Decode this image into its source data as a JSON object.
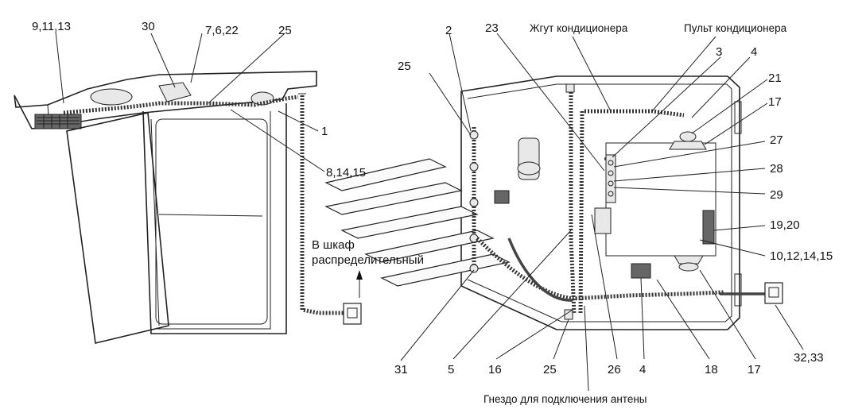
{
  "callouts": {
    "c_9_11_13": "9,11,13",
    "c_30": "30",
    "c_7_6_22": "7,6,22",
    "c_25_top": "25",
    "c_1": "1",
    "c_8_14_15": "8,14,15",
    "c_2": "2",
    "c_23": "23",
    "c_3": "3",
    "c_4_top": "4",
    "c_21": "21",
    "c_25_left": "25",
    "c_17_top": "17",
    "c_27": "27",
    "c_28": "28",
    "c_29": "29",
    "c_19_20": "19,20",
    "c_10_12_14_15": "10,12,14,15",
    "c_31": "31",
    "c_5": "5",
    "c_16": "16",
    "c_25_bottom": "25",
    "c_26": "26",
    "c_4_bottom": "4",
    "c_18": "18",
    "c_17_bottom": "17",
    "c_32_33": "32,33"
  },
  "notes": {
    "harness": "Жгут кондиционера",
    "panel": "Пульт кондиционера",
    "cabinet_line1": "В шкаф",
    "cabinet_line2": "распределительный",
    "antenna": "Гнездо для подключения антены"
  }
}
